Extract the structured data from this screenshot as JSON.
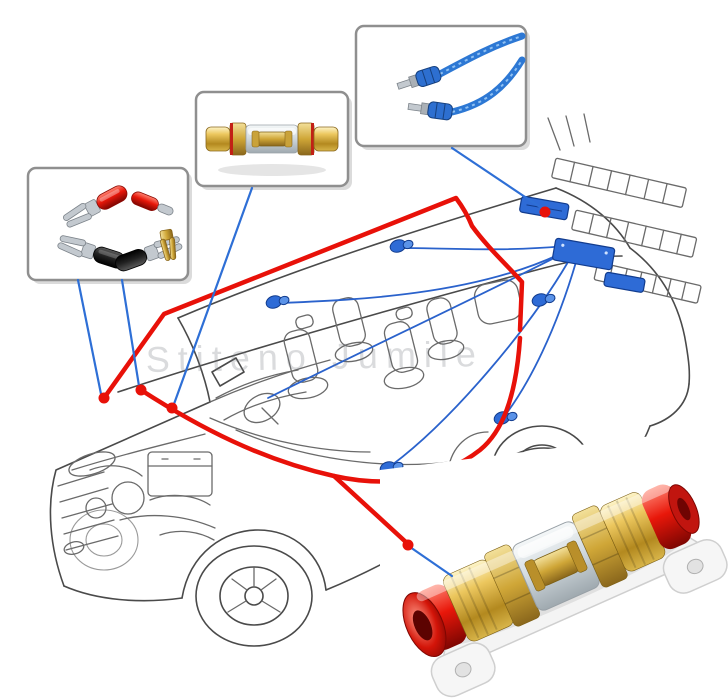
{
  "watermark": {
    "text": "Stiteno Jumile"
  },
  "scene": {
    "background_color": "#ffffff",
    "subject": "car-audio-amplifier-wiring-kit-installation-diagram",
    "vehicle": "cutaway-suv-line-drawing",
    "colors": {
      "power_wire": "#e81109",
      "signal_wire": "#2a62cc",
      "callout_line": "#2e6fd6",
      "sketch_line": "#4a4a4a",
      "marker_dot": "#e81109",
      "component_blue": "#2e6bd6",
      "gold": "#cfa637",
      "boot_red": "#d31408"
    },
    "callouts": [
      {
        "id": "crimp-terminals",
        "depicts": "red-and-black-crimp-fork-terminals"
      },
      {
        "id": "inline-fuse-holder",
        "depicts": "gold-inline-fuse-holder-with-glass-fuse"
      },
      {
        "id": "rca-cable",
        "depicts": "blue-rca-signal-cable-with-two-plugs"
      },
      {
        "id": "agu-fuse-holder",
        "depicts": "agu-fuse-holder-gold-barrels-red-boots-mounting-bracket"
      }
    ]
  }
}
